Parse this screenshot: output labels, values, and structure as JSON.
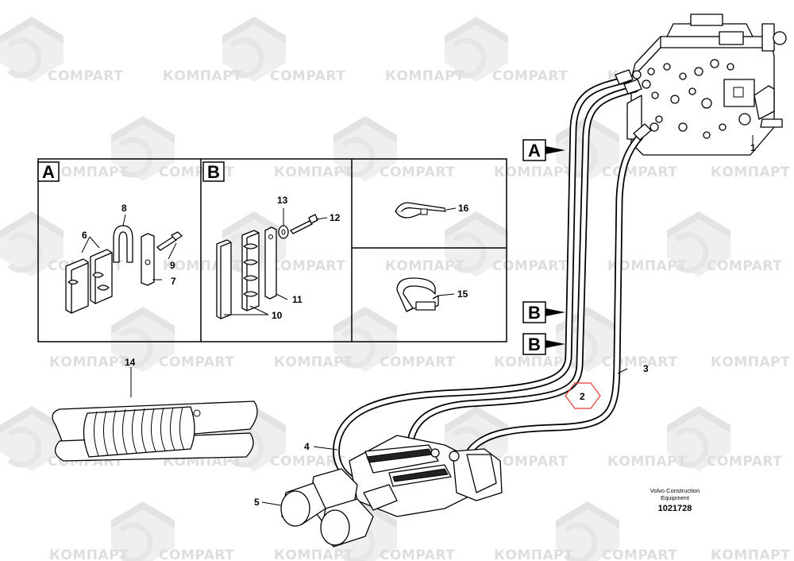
{
  "watermark": {
    "brand_latin": "COMPART",
    "brand_cyrillic": "КОМПАРТ"
  },
  "panels": {
    "A": {
      "label": "A"
    },
    "B": {
      "label": "B"
    }
  },
  "ref_markers": [
    {
      "id": "A",
      "label": "A"
    },
    {
      "id": "B1",
      "label": "B"
    },
    {
      "id": "B2",
      "label": "B"
    }
  ],
  "callouts": {
    "c1": "1",
    "c2": "2",
    "c3": "3",
    "c4": "4",
    "c5": "5",
    "c6": "6",
    "c7": "7",
    "c8": "8",
    "c9": "9",
    "c10": "10",
    "c11": "11",
    "c12": "12",
    "c13": "13",
    "c14": "14",
    "c15": "15",
    "c16": "16"
  },
  "caption": {
    "line1": "Volvo Construction",
    "line2": "Equipment",
    "doc_number": "1021728"
  },
  "colors": {
    "line": "#000000",
    "watermark": "#dedede",
    "highlight_hexagon": "#e53935"
  }
}
